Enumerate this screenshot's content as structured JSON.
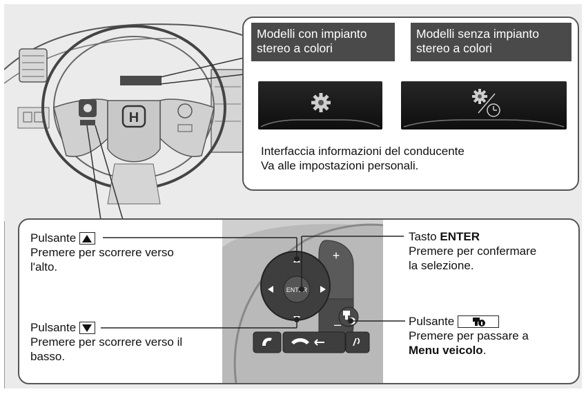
{
  "header_left": {
    "line1": "Modelli con impianto",
    "line2": "stereo a colori"
  },
  "header_right": {
    "line1": "Modelli senza impianto",
    "line2": "stereo a colori"
  },
  "info_caption": {
    "line1": "Interfaccia informazioni del conducente",
    "line2": "Va alle impostazioni personali."
  },
  "wheel_logo": "H",
  "controls": {
    "up": {
      "title": "Pulsante",
      "line1": "Premere per scorrere verso",
      "line2": "l'alto."
    },
    "down": {
      "title": "Pulsante",
      "line1": "Premere per scorrere verso il",
      "line2": "basso."
    },
    "enter": {
      "prefix": "Tasto ",
      "key": "ENTER",
      "line1": "Premere per confermare",
      "line2": "la selezione."
    },
    "info": {
      "title": "Pulsante",
      "line1": "Premere per passare a",
      "menu": "Menu veicolo",
      "menu_suffix": "."
    }
  },
  "switch": {
    "enter_label": "ENTER",
    "plus": "+",
    "minus": "–"
  },
  "colors": {
    "header_bg": "#4a4a4a",
    "panel_border": "#555555",
    "background": "#ebebeb",
    "screen_bg": "#1a1a1a"
  }
}
